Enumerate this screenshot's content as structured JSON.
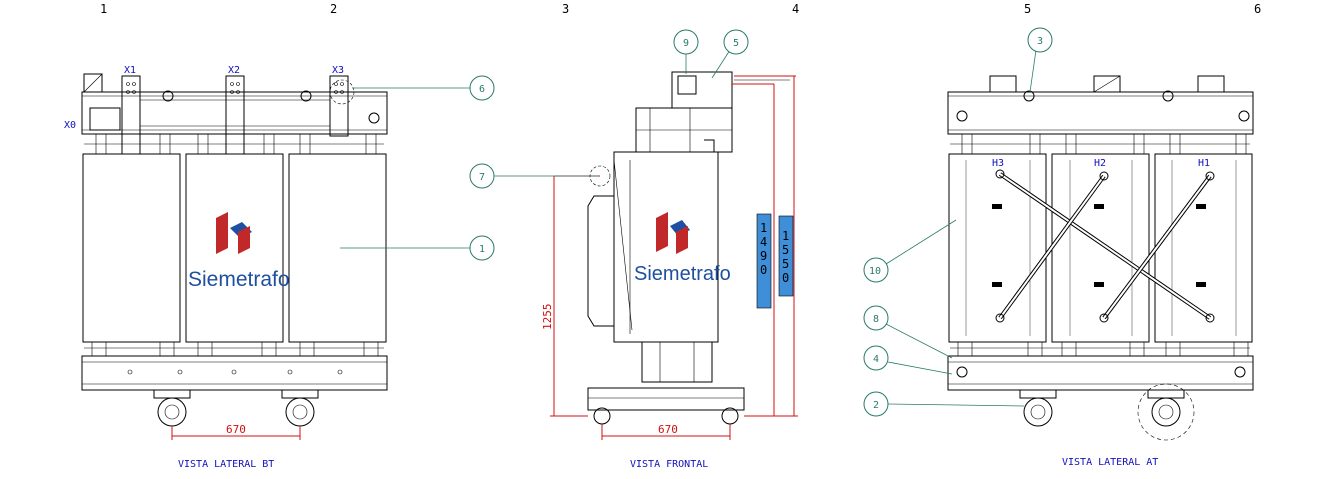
{
  "columns": [
    "1",
    "2",
    "3",
    "4",
    "5",
    "6"
  ],
  "views": {
    "left": {
      "caption": "VISTA LATERAL BT",
      "terminals": [
        "X1",
        "X2",
        "X3"
      ],
      "neutral": "X0",
      "dimension": "670"
    },
    "front": {
      "caption": "VISTA FRONTAL",
      "height_dim": "1255",
      "width_dim": "670",
      "tag_a": [
        "1",
        "4",
        "9",
        "0"
      ],
      "tag_b": [
        "1",
        "5",
        "5",
        "0"
      ]
    },
    "right": {
      "caption": "VISTA LATERAL AT",
      "terminals": [
        "H3",
        "H2",
        "H1"
      ]
    }
  },
  "brand": "Siemetrafo",
  "balloons": [
    "1",
    "2",
    "3",
    "4",
    "5",
    "6",
    "7",
    "8",
    "9",
    "10"
  ],
  "colors": {
    "dimension": "#d01010",
    "labels": "#1010c0",
    "balloons": "#2a7a6a",
    "logo_red": "#c0282a",
    "logo_blue": "#1f4fa0",
    "tag_fill": "#3f8fd8"
  }
}
